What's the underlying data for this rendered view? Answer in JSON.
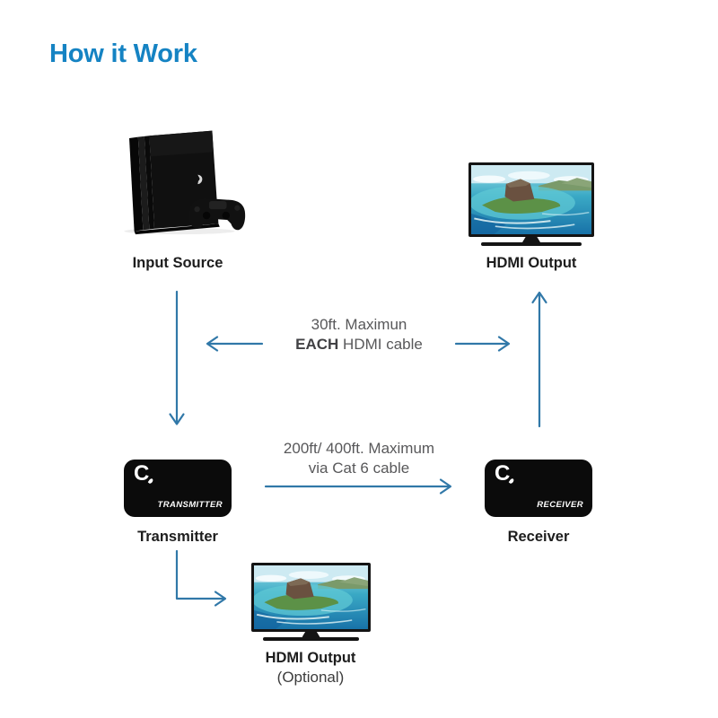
{
  "title": "How it Work",
  "colors": {
    "title": "#1583c3",
    "arrow": "#3178a8",
    "device_box": "#0b0b0b",
    "label": "#1d1d1d",
    "note": "#58585a"
  },
  "nodes": {
    "input_source": {
      "label": "Input Source"
    },
    "hdmi_output_top": {
      "label": "HDMI Output"
    },
    "transmitter": {
      "logo": "C",
      "device_text": "TRANSMITTER",
      "label": "Transmitter"
    },
    "receiver": {
      "logo": "C",
      "device_text": "RECEIVER",
      "label": "Receiver"
    },
    "hdmi_output_bottom": {
      "label": "HDMI Output",
      "sublabel": "(Optional)"
    }
  },
  "notes": {
    "hdmi_cable": {
      "line1": "30ft. Maximun",
      "line2_bold": "EACH",
      "line2_rest": " HDMI cable"
    },
    "cat6": {
      "line1": "200ft/ 400ft. Maximum",
      "line2": "via Cat 6 cable"
    }
  }
}
